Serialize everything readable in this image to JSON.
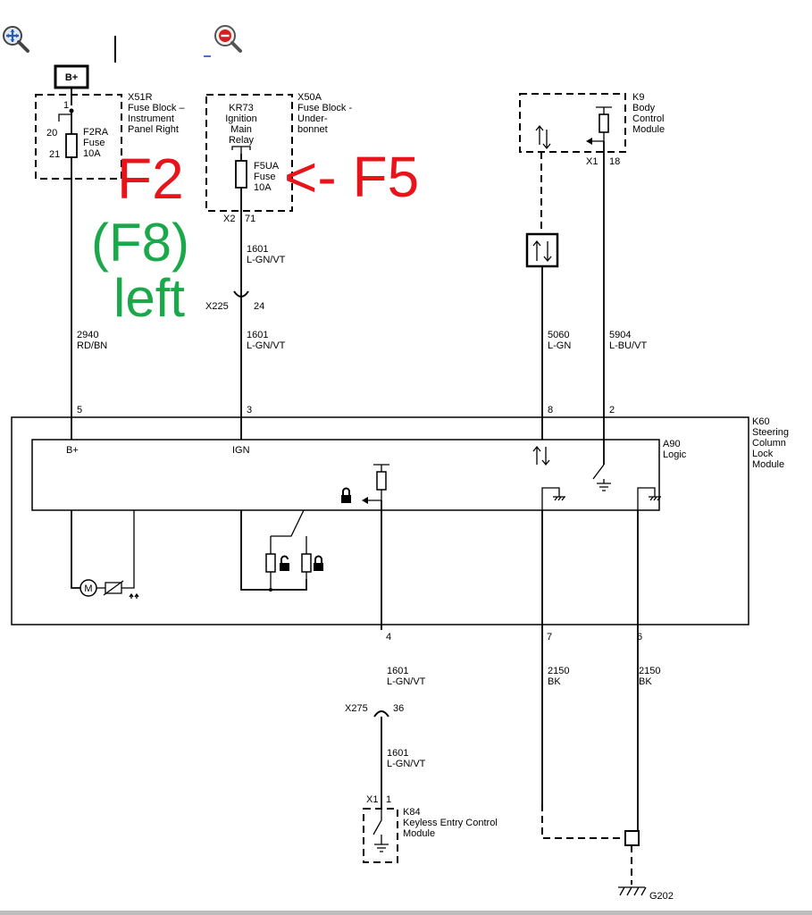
{
  "toolbar": {
    "zoom_in_icon": "zoom-in-icon",
    "zoom_out_icon": "zoom-out-icon"
  },
  "colors": {
    "annotation_red": "#e8141b",
    "annotation_green": "#1aa84a",
    "icon_blue": "#2a5db0",
    "icon_red": "#d42020"
  },
  "annotations": {
    "f2": "F2",
    "f5": "<- F5",
    "f8": "(F8)",
    "left": "left"
  },
  "components": {
    "bplus": "B+",
    "x51r": [
      "X51R",
      "Fuse Block –",
      "Instrument",
      "Panel Right"
    ],
    "f2ra": [
      "F2RA",
      "Fuse",
      "10A"
    ],
    "x51r_pins": {
      "top": "1",
      "a": "20",
      "b": "21"
    },
    "x50a": [
      "X50A",
      "Fuse Block -",
      "Under-",
      "bonnet"
    ],
    "kr73": [
      "KR73",
      "Ignition",
      "Main",
      "Relay"
    ],
    "f5ua": [
      "F5UA",
      "Fuse",
      "10A"
    ],
    "x50a_pins": {
      "conn": "X2",
      "pin": "71"
    },
    "k9": [
      "K9",
      "Body",
      "Control",
      "Module"
    ],
    "k9_pins": {
      "conn": "X1",
      "pin": "18"
    },
    "x225": {
      "name": "X225",
      "pin": "24"
    },
    "k60": [
      "K60",
      "Steering",
      "Column",
      "Lock",
      "Module"
    ],
    "a90": [
      "A90",
      "Logic"
    ],
    "k60_pins_top": [
      "5",
      "3",
      "8",
      "2"
    ],
    "k60_pins_bottom": [
      "4",
      "7",
      "6"
    ],
    "logic_labels": {
      "bplus": "B+",
      "ign": "IGN"
    },
    "x275": {
      "name": "X275",
      "pin": "36"
    },
    "k84": [
      "K84",
      "Keyless Entry Control",
      "Module"
    ],
    "k84_pins": {
      "conn": "X1",
      "pin": "1"
    },
    "g202": "G202"
  },
  "wires": {
    "w2940": [
      "2940",
      "RD/BN"
    ],
    "w1601_a": [
      "1601",
      "L-GN/VT"
    ],
    "w1601_b": [
      "1601",
      "L-GN/VT"
    ],
    "w5060": [
      "5060",
      "L-GN"
    ],
    "w5904": [
      "5904",
      "L-BU/VT"
    ],
    "w1601_c": [
      "1601",
      "L-GN/VT"
    ],
    "w1601_d": [
      "1601",
      "L-GN/VT"
    ],
    "w2150_a": [
      "2150",
      "BK"
    ],
    "w2150_b": [
      "2150",
      "BK"
    ]
  }
}
